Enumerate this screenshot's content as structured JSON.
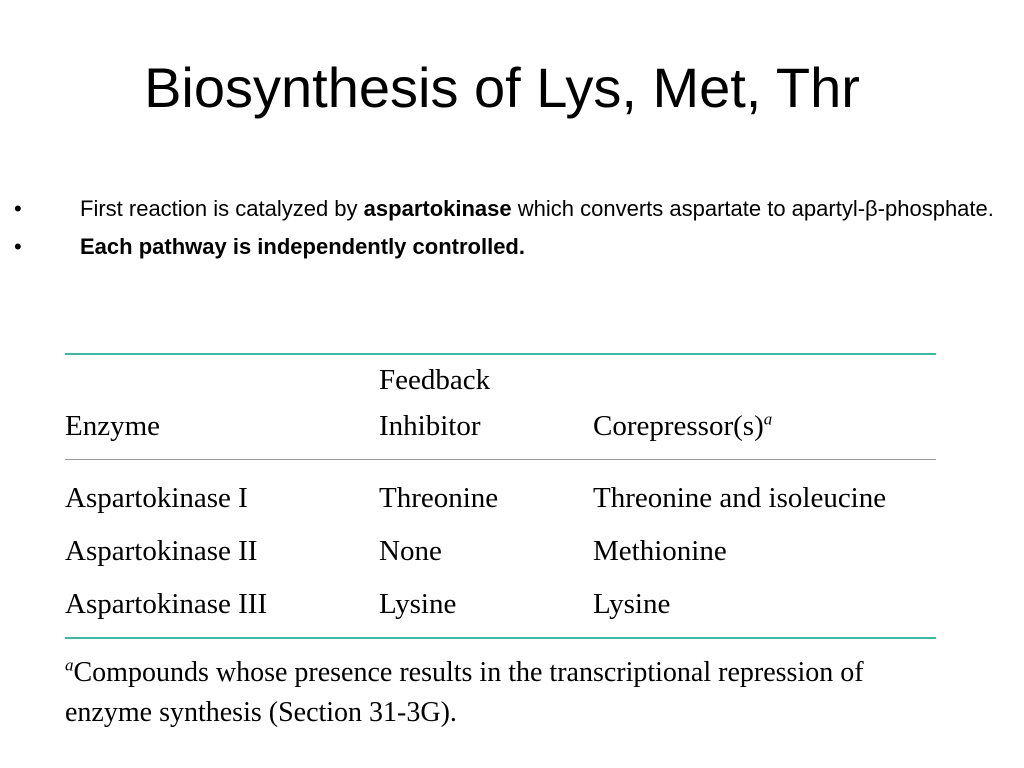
{
  "slide": {
    "title": "Biosynthesis of Lys, Met, Thr",
    "bullets": [
      {
        "marker": "•",
        "text_before": "First reaction is catalyzed by ",
        "bold_text": "aspartokinase",
        "text_after": " which converts aspartate to apartyl-β-phosphate."
      },
      {
        "marker": "•",
        "bold_text": "Each pathway is independently controlled."
      }
    ]
  },
  "table": {
    "headers": {
      "enzyme": "Enzyme",
      "inhibitor_line1": "Feedback",
      "inhibitor_line2": "Inhibitor",
      "corepressor": "Corepressor(s)",
      "footnote_marker": "a"
    },
    "rows": [
      [
        "Aspartokinase I",
        "Threonine",
        "Threonine and isoleucine"
      ],
      [
        "Aspartokinase II",
        "None",
        "Methionine"
      ],
      [
        "Aspartokinase III",
        "Lysine",
        "Lysine"
      ]
    ],
    "footnote": {
      "marker": "a",
      "text": "Compounds whose presence results in the transcriptional repression of enzyme synthesis (Section 31-3G)."
    },
    "colors": {
      "rule_teal": "#3fb8a0",
      "rule_gray": "#999999"
    }
  }
}
